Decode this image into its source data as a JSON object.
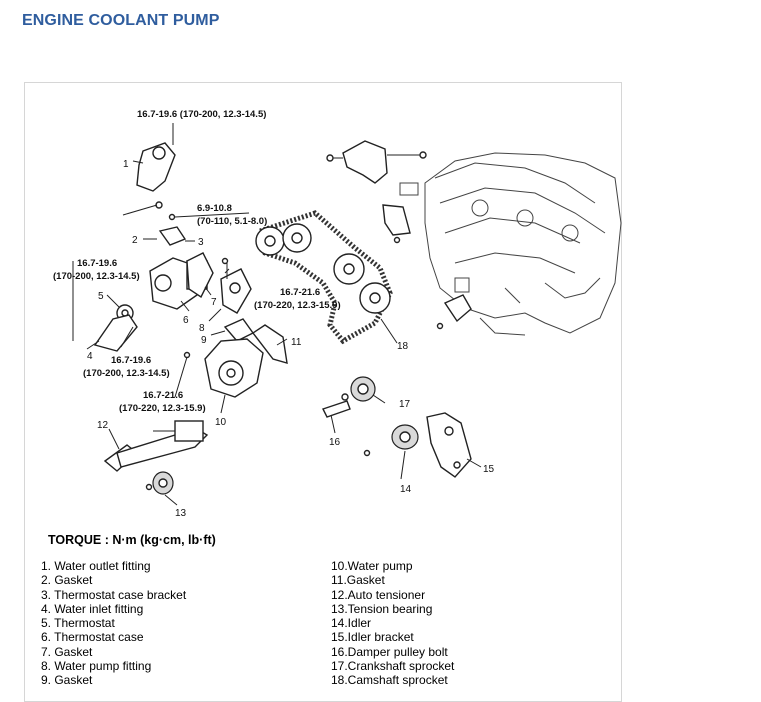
{
  "page_title": "ENGINE COOLANT PUMP",
  "torque_title": "TORQUE : N·m (kg·cm, lb·ft)",
  "torque_specs": {
    "t1": "16.7-19.6 (170-200, 12.3-14.5)",
    "t2_a": "6.9-10.8",
    "t2_b": "(70-110, 5.1-8.0)",
    "t3_a": "16.7-19.6",
    "t3_b": "(170-200, 12.3-14.5)",
    "t4_a": "16.7-21.6",
    "t4_b": "(170-220, 12.3-15.9)",
    "t5_a": "16.7-19.6",
    "t5_b": "(170-200, 12.3-14.5)",
    "t6_a": "16.7-21.6",
    "t6_b": "(170-220, 12.3-15.9)"
  },
  "callouts": {
    "c1": "1",
    "c2": "2",
    "c3": "3",
    "c4": "4",
    "c5": "5",
    "c6": "6",
    "c7": "7",
    "c8": "8",
    "c9": "9",
    "c10": "10",
    "c11": "11",
    "c12": "12",
    "c13": "13",
    "c14": "14",
    "c15": "15",
    "c16": "16",
    "c17": "17",
    "c18": "18"
  },
  "legend_left": [
    "1. Water outlet fitting",
    "2. Gasket",
    "3. Thermostat case bracket",
    "4. Water inlet fitting",
    "5. Thermostat",
    "6. Thermostat case",
    "7. Gasket",
    "8. Water pump fitting",
    "9. Gasket"
  ],
  "legend_right": [
    "10.Water pump",
    "11.Gasket",
    "12.Auto tensioner",
    "13.Tension bearing",
    "14.Idler",
    "15.Idler bracket",
    "16.Damper pulley bolt",
    "17.Crankshaft sprocket",
    "18.Camshaft sprocket"
  ]
}
